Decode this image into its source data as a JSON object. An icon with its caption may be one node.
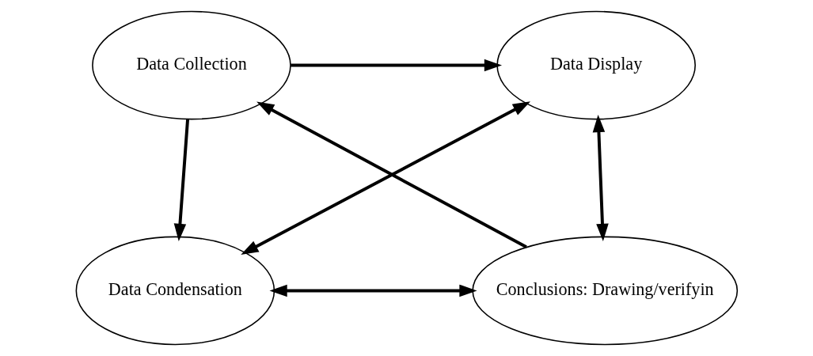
{
  "diagram": {
    "nodes": [
      {
        "text": [
          "Data Collection"
        ]
      },
      {
        "text": [
          "Data Display"
        ]
      },
      {
        "text": [
          "Data Condensation"
        ]
      },
      {
        "text": [
          "Conclusions: Drawing/verifyin"
        ]
      }
    ],
    "edges": [
      {
        "from": 0,
        "to": 1,
        "arrow": "to"
      },
      {
        "from": 0,
        "to": 2,
        "arrow": "to"
      },
      {
        "from": 2,
        "to": 1,
        "arrow": "both"
      },
      {
        "from": 3,
        "to": 0,
        "arrow": "to"
      },
      {
        "from": 1,
        "to": 3,
        "arrow": "both"
      },
      {
        "from": 2,
        "to": 3,
        "arrow": "both"
      }
    ]
  }
}
